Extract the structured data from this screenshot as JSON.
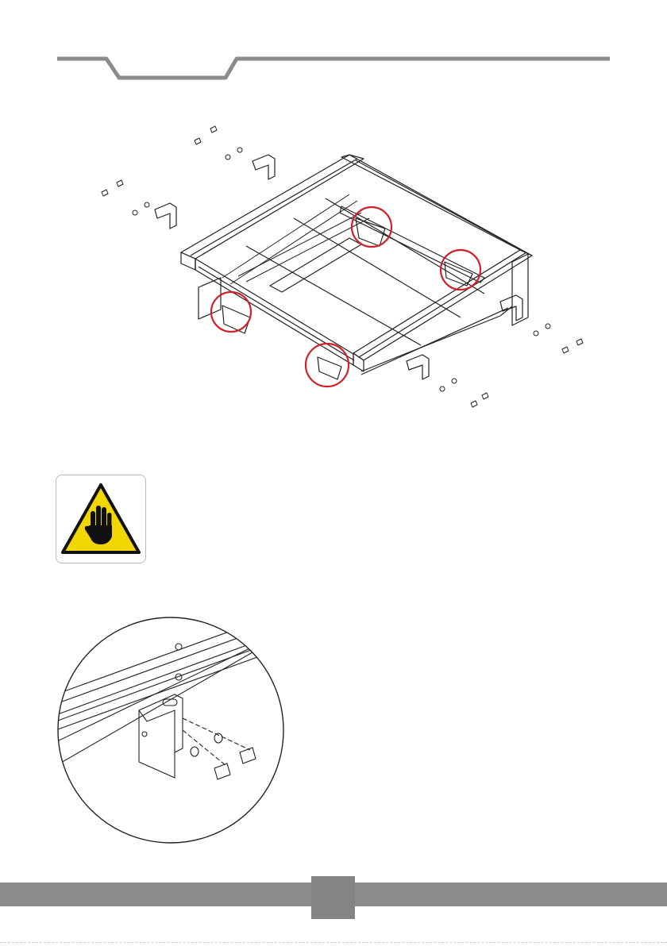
{
  "page": {
    "header_icon": "tab-header-rule",
    "footer": {
      "page_number": ""
    },
    "warning": {
      "icon": "stop-hand-warning-icon",
      "color": "#f2d600"
    },
    "markers": {
      "color": "#d0202a",
      "count": 4
    },
    "illustrations": [
      {
        "name": "frame-assembly-exploded-view",
        "description_icon": "mounting-frame-icon"
      },
      {
        "name": "bracket-detail-view",
        "description_icon": "bracket-screw-washer-icon"
      }
    ]
  }
}
